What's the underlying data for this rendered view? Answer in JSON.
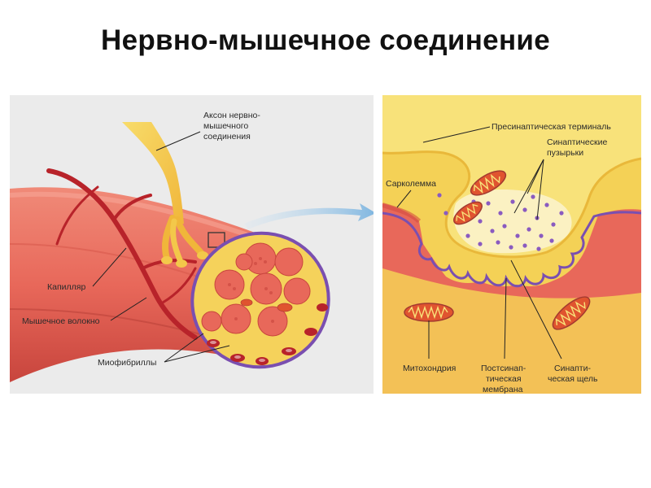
{
  "title": "Нервно-мышечное соединение",
  "left_panel": {
    "labels": {
      "axon": [
        "Аксон нервно-",
        "мышечного",
        "соединения"
      ],
      "capillary": "Капилляр",
      "muscle_fiber": "Мышечное волокно",
      "myofibrils": "Миофибриллы"
    }
  },
  "right_panel": {
    "labels": {
      "presynaptic": "Пресинаптическая терминаль",
      "vesicles": [
        "Синаптические",
        "пузырьки"
      ],
      "sarcolemma": "Сарколемма",
      "mitochondria": "Митохондрия",
      "postsynaptic": [
        "Постсинап-",
        "тическая",
        "мембрана"
      ],
      "cleft": [
        "Синапти-",
        "ческая щель"
      ]
    }
  },
  "colors": {
    "muscle": "#e8685a",
    "muscle_dark": "#c8453d",
    "nerve": "#f3c84a",
    "capillary": "#b8232a",
    "membrane": "#7a4fb0",
    "vesicle": "#8a5bc0",
    "mito_fill": "#c8453d",
    "panel_bg": "#ebebeb"
  }
}
